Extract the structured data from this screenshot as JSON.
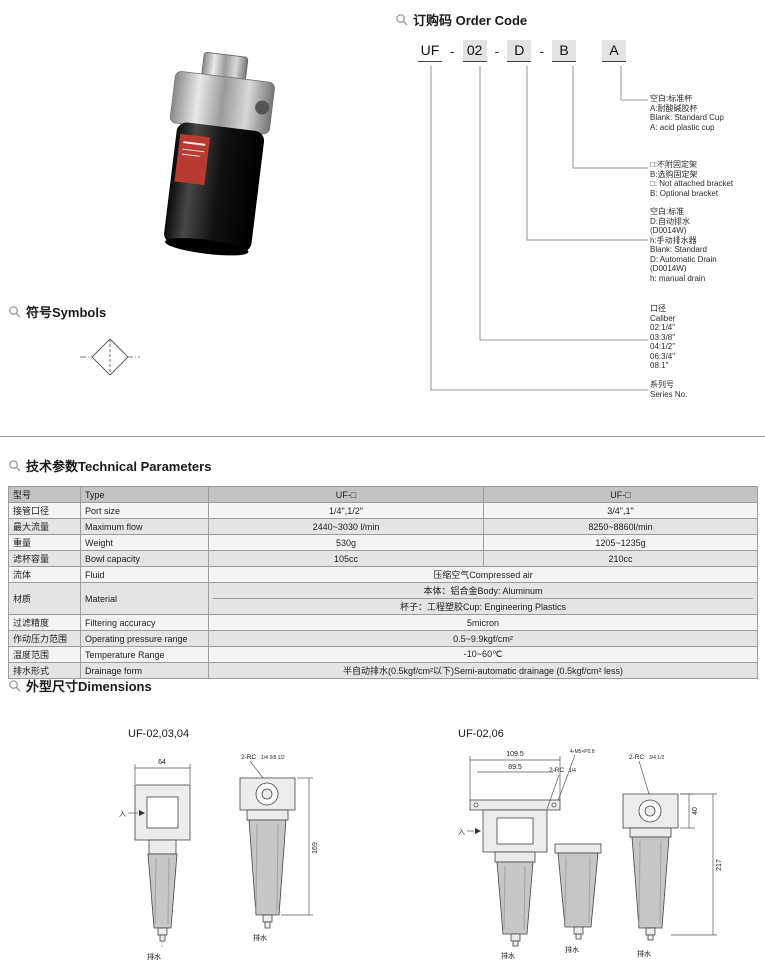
{
  "order_code": {
    "section_title": "订购码 Order Code",
    "segments": [
      "UF",
      "02",
      "D",
      "B",
      "A"
    ],
    "dash": "-",
    "annotations": [
      {
        "lines": [
          "空白:标准杯",
          "A:耐酸碱胶杯",
          "Blank: Standard Cup",
          "A: acid plastic cup"
        ]
      },
      {
        "lines": [
          "□:不附固定架",
          "B:选购固定架",
          "□: Not attached bracket",
          "B: Optional bracket"
        ]
      },
      {
        "lines": [
          "空白:标准",
          "D:自动排水",
          "(D0014W)",
          "h:手动排水器",
          "Blank: Standard",
          "D: Automatic Drain",
          "(D0014W)",
          "h: manual drain"
        ]
      },
      {
        "lines": [
          "口径",
          "Caliber",
          "02:1/4\"",
          "03:3/8\"",
          "04:1/2\"",
          "06:3/4\"",
          "08:1\""
        ]
      },
      {
        "lines": [
          "系列号",
          "Series No."
        ]
      }
    ]
  },
  "symbols": {
    "section_title": "符号Symbols"
  },
  "technical": {
    "section_title": "技术参数Technical Parameters",
    "header": {
      "cn": "型号",
      "en": "Type",
      "m1": "UF-□",
      "m2": "UF-□"
    },
    "rows": [
      {
        "cn": "接管口径",
        "en": "Port size",
        "v1": "1/4\",1/2\"",
        "v2": "3/4\",1\""
      },
      {
        "cn": "最大流量",
        "en": "Maximum flow",
        "v1": "2440~3030 l/min",
        "v2": "8250~8860l/min"
      },
      {
        "cn": "重量",
        "en": "Weight",
        "v1": "530g",
        "v2": "1205~1235g"
      },
      {
        "cn": "滤杯容量",
        "en": "Bowl capacity",
        "v1": "105cc",
        "v2": "210cc"
      },
      {
        "cn": "流体",
        "en": "Fluid",
        "span": "压缩空气Compressed air"
      },
      {
        "cn": "材质",
        "en": "Material",
        "span_line1": "本体：铝合金Body: Aluminum",
        "span_line2": "杯子：工程塑胶Cup: Engineering Plastics"
      },
      {
        "cn": "过滤精度",
        "en": "Filtering accuracy",
        "span": "5micron"
      },
      {
        "cn": "作动压力范围",
        "en": "Operating pressure range",
        "span": "0.5~9.9kgf/cm²"
      },
      {
        "cn": "温度范围",
        "en": "Temperature Range",
        "span": "-10~60℃"
      },
      {
        "cn": "排水形式",
        "en": "Drainage form",
        "span": "半自动排水(0.5kgf/cm²以下)Semi-automatic drainage (0.5kgf/cm² less)"
      }
    ]
  },
  "dimensions": {
    "section_title": "外型尺寸Dimensions",
    "left": {
      "label": "UF-02,03,04",
      "width_dim": "64",
      "height_dim": "169",
      "port_label": "2-RC",
      "port_sizes": "1/4 3/8 1/2",
      "inlet": "入",
      "drain_front": "排水",
      "drain_side": "排水"
    },
    "right": {
      "label": "UF-02,06",
      "width_dim_outer": "109.5",
      "width_dim_inner": "89.5",
      "bolt_label": "4-M5×P0.8",
      "port_label_mid": "2-RC",
      "port_sizes_mid": "1/4",
      "port_label_side": "2-RC",
      "port_sizes_side": "3/4 1/2",
      "height_dim": "217",
      "top_dim": "40",
      "inlet": "入",
      "drain_front": "排水",
      "drain_mid": "排水",
      "drain_side": "排水"
    }
  }
}
